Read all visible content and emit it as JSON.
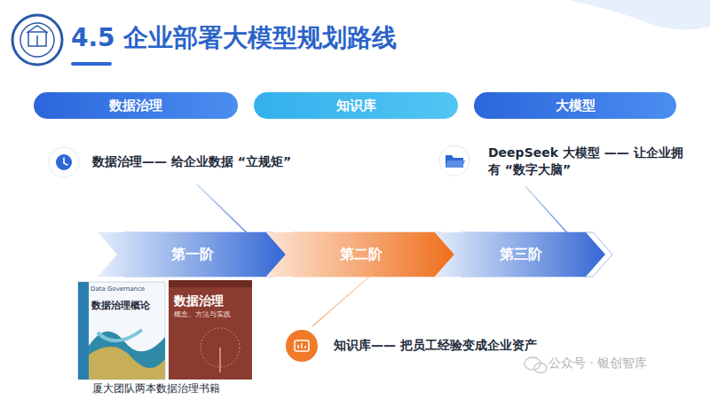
{
  "diagram": {
    "title": "4.5 企业部署大模型规划路线",
    "nodes": [
      {
        "text": [
          "数据治理"
        ]
      },
      {
        "text": [
          "知识库"
        ]
      },
      {
        "text": [
          "大模型"
        ]
      },
      {
        "text": [
          "第一阶"
        ]
      },
      {
        "text": [
          "第二阶"
        ]
      },
      {
        "text": [
          "第三阶"
        ]
      }
    ],
    "labels": [
      "数据治理—— 给企业数据 “立规矩”",
      "DeepSeek 大模型 —— 让企业拥有 “数字大脑”",
      "知识库—— 把员工经验变成企业资产",
      "Data Governance",
      "数据治理概论",
      "数据治理",
      "概念、方法与实践",
      "厦大团队两本数据治理书籍",
      "公众号 · 银创智库"
    ]
  }
}
